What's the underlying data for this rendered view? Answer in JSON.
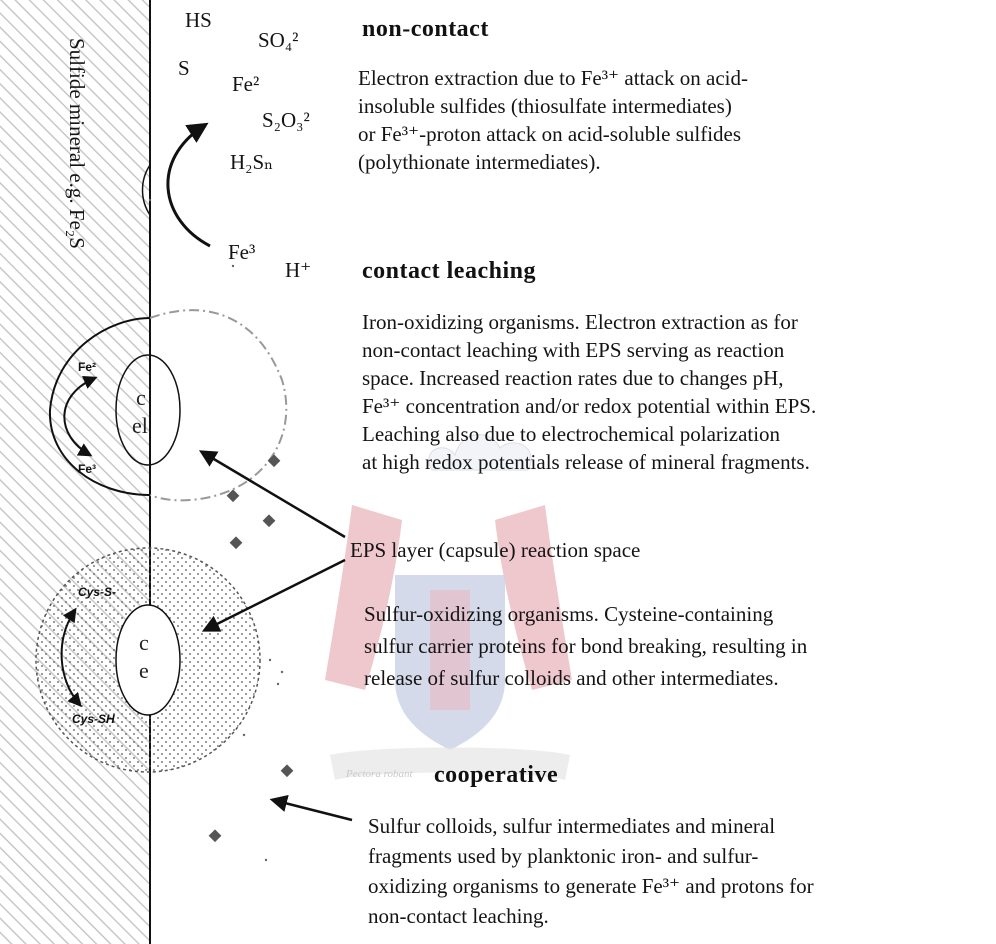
{
  "mineral_label": "Sulfide mineral e.g. Fe₂S",
  "species": {
    "hs": "HS",
    "so4": "SO₄²",
    "s": "S",
    "fe2": "Fe²",
    "s2o3": "S₂O₃²",
    "h2sn": "H₂Sₙ",
    "fe3": "Fe³",
    "hplus": "H⁺"
  },
  "sections": {
    "noncontact": {
      "heading": "non-contact",
      "lines": [
        "Electron extraction due to Fe³⁺ attack on acid-",
        "insoluble sulfides (thiosulfate intermediates)",
        "or Fe³⁺-proton attack on acid-soluble sulfides",
        "(polythionate intermediates)."
      ]
    },
    "contact": {
      "heading": "contact leaching",
      "lines": [
        "Iron-oxidizing organisms.  Electron extraction as for",
        "non-contact leaching with EPS serving as reaction",
        "space.  Increased reaction rates due to changes pH,",
        "Fe³⁺ concentration and/or redox potential within EPS.",
        "Leaching also due to electrochemical polarization",
        "at high redox potentials release of mineral fragments."
      ]
    },
    "eps": {
      "label": "EPS layer (capsule) reaction space"
    },
    "sulfur": {
      "lines": [
        "Sulfur-oxidizing organisms.  Cysteine-containing",
        "sulfur carrier proteins for bond breaking, resulting in",
        "release of sulfur colloids and other intermediates."
      ]
    },
    "cooperative": {
      "heading": "cooperative",
      "lines": [
        "Sulfur colloids, sulfur intermediates and mineral",
        "fragments used by planktonic iron- and sulfur-",
        "oxidizing organisms to generate Fe³⁺ and protons for",
        "non-contact leaching."
      ]
    }
  },
  "cell_top": {
    "label_line1": "c",
    "label_line2": "el",
    "fe_top": "Fe²",
    "fe_bottom": "Fe³"
  },
  "cell_bottom": {
    "label_line1": "c",
    "label_line2": "e",
    "cys_top": "Cys-S-",
    "cys_bottom": "Cys-SH"
  },
  "watermark_motto": "Pectora robant",
  "colors": {
    "hatch": "#c8c8c8",
    "ink": "#111111",
    "watermark_red": "#e3a3ae",
    "watermark_blue": "#b8c0dc",
    "particle": "#555555"
  }
}
